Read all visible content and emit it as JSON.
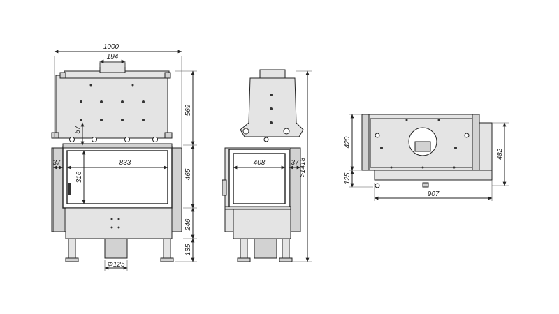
{
  "front_view": {
    "dims": {
      "overall_width": "1000",
      "outlet_width": "194",
      "top_height": "569",
      "offset_57": "57",
      "side_37": "37",
      "glass_width": "833",
      "glass_height": "316",
      "door_height": "465",
      "base_height": "246",
      "leg_height": "135",
      "flue_diameter": "Φ125"
    }
  },
  "side_view": {
    "dims": {
      "glass_width": "408",
      "side_37": "37",
      "total_height": ">1418"
    }
  },
  "top_view": {
    "dims": {
      "depth_420": "420",
      "depth_125": "125",
      "depth_482": "482",
      "width_907": "907"
    }
  }
}
